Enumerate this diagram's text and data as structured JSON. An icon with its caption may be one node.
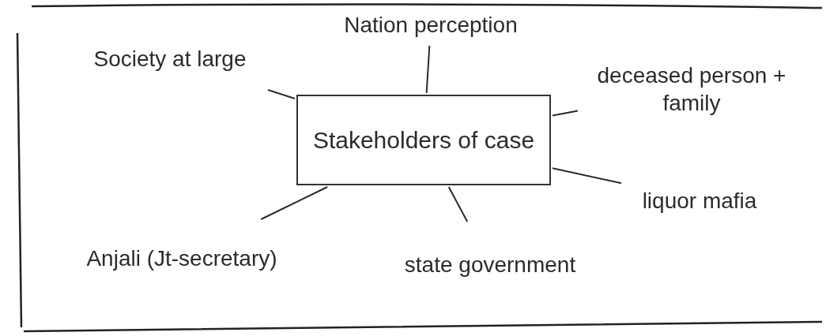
{
  "diagram": {
    "nodes": [
      {
        "text": [
          "Society at large"
        ]
      },
      {
        "text": [
          "Nation perception"
        ]
      },
      {
        "text": [
          "deceased person + family"
        ]
      },
      {
        "text": [
          "Stakeholders of case"
        ]
      },
      {
        "text": [
          "liquor mafia"
        ]
      },
      {
        "text": [
          "Anjali (Jt-secretary)"
        ]
      },
      {
        "text": [
          "state government"
        ]
      }
    ],
    "edges": [
      {
        "from": 3,
        "to": 0,
        "arrow": "none"
      },
      {
        "from": 3,
        "to": 1,
        "arrow": "none"
      },
      {
        "from": 3,
        "to": 2,
        "arrow": "none"
      },
      {
        "from": 3,
        "to": 4,
        "arrow": "none"
      },
      {
        "from": 3,
        "to": 5,
        "arrow": "none"
      },
      {
        "from": 3,
        "to": 6,
        "arrow": "none"
      }
    ]
  }
}
